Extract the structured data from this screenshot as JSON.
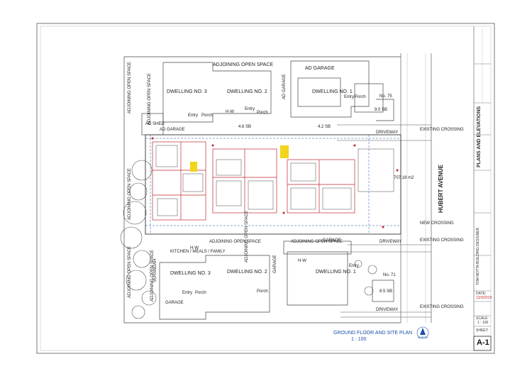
{
  "plan": {
    "title": "GROUND FLOOR AND SITE PLAN",
    "scale": "1 : 100",
    "street": "HUBERT AVENUE",
    "north": "NORTH"
  },
  "labels": {
    "adjoining_open_space": "ADJOINING OPEN SPACE",
    "ad_garage": "AD GARAGE",
    "ad_shed": "AD SHED",
    "garage": "GARAGE",
    "driveway": "DRIVEWAY",
    "existing_crossing": "EXISTING CROSSING",
    "new_crossing": "NEW CROSSING",
    "entry": "Entry",
    "porch": "Porch",
    "hw": "H-W",
    "w": "W",
    "verandah": "VERANDAH",
    "dwelling_1": "DWELLING NO. 1",
    "dwelling_2": "DWELLING NO. 2",
    "dwelling_3": "DWELLING NO. 3",
    "no_75": "No. 75",
    "no_71": "No. 71",
    "sb_1": "4.6 SB",
    "sb_2": "4.2 SB",
    "sb_3": "9.0 SB",
    "sb_4": "8.5 SB",
    "area": "707.18 m2",
    "kitchen": "KITCHEN / MEALS / FAMILY"
  },
  "titleblock": {
    "sheet_title": "PLANS AND ELEVATIONS",
    "designer": "TOM NOTTA BUILDING DESIGNER",
    "date_label": "DATE:",
    "date": "13/3/2019",
    "scale_label": "SCALE:",
    "scale": "1 : 100",
    "sheet_label": "SHEET:",
    "sheet": "A-1"
  },
  "colors": {
    "line": "#3a3a3a",
    "blue": "#1a4fa8",
    "red": "#c0272d",
    "yellow": "#f2d41c"
  }
}
